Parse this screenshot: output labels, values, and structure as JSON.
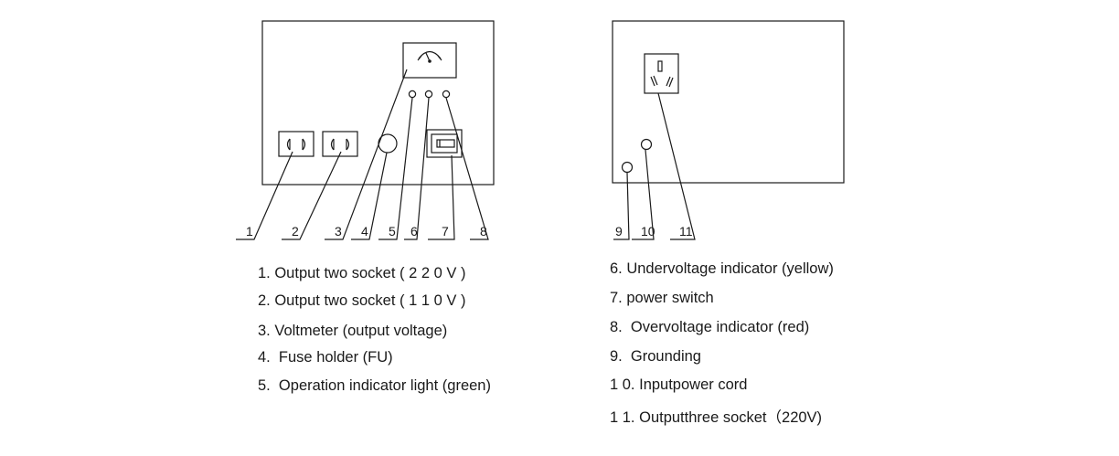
{
  "front_panel": {
    "callouts": [
      {
        "number": "1",
        "target": "socket-220v"
      },
      {
        "number": "2",
        "target": "socket-110v"
      },
      {
        "number": "3",
        "target": "voltmeter"
      },
      {
        "number": "4",
        "target": "fuse-holder"
      },
      {
        "number": "5",
        "target": "operation-indicator"
      },
      {
        "number": "6",
        "target": "undervoltage-indicator"
      },
      {
        "number": "7",
        "target": "power-switch"
      },
      {
        "number": "8",
        "target": "overvoltage-indicator"
      }
    ]
  },
  "rear_panel": {
    "callouts": [
      {
        "number": "9",
        "target": "grounding"
      },
      {
        "number": "10",
        "target": "input-power-cord"
      },
      {
        "number": "11",
        "target": "three-socket"
      }
    ]
  },
  "legend": {
    "left": [
      "1. Output two socket ( 2 2 0 V )",
      "2. Output two socket ( 1 1 0 V )",
      "3. Voltmeter (output voltage)",
      "4.  Fuse holder (FU)",
      "5.  Operation indicator light (green)"
    ],
    "right": [
      "6. Undervoltage indicator (yellow)",
      "7. power switch",
      "8.  Overvoltage indicator (red)",
      "9.  Grounding",
      "1 0. Inputpower cord",
      "1 1. Outputthree socket（220V)"
    ]
  }
}
